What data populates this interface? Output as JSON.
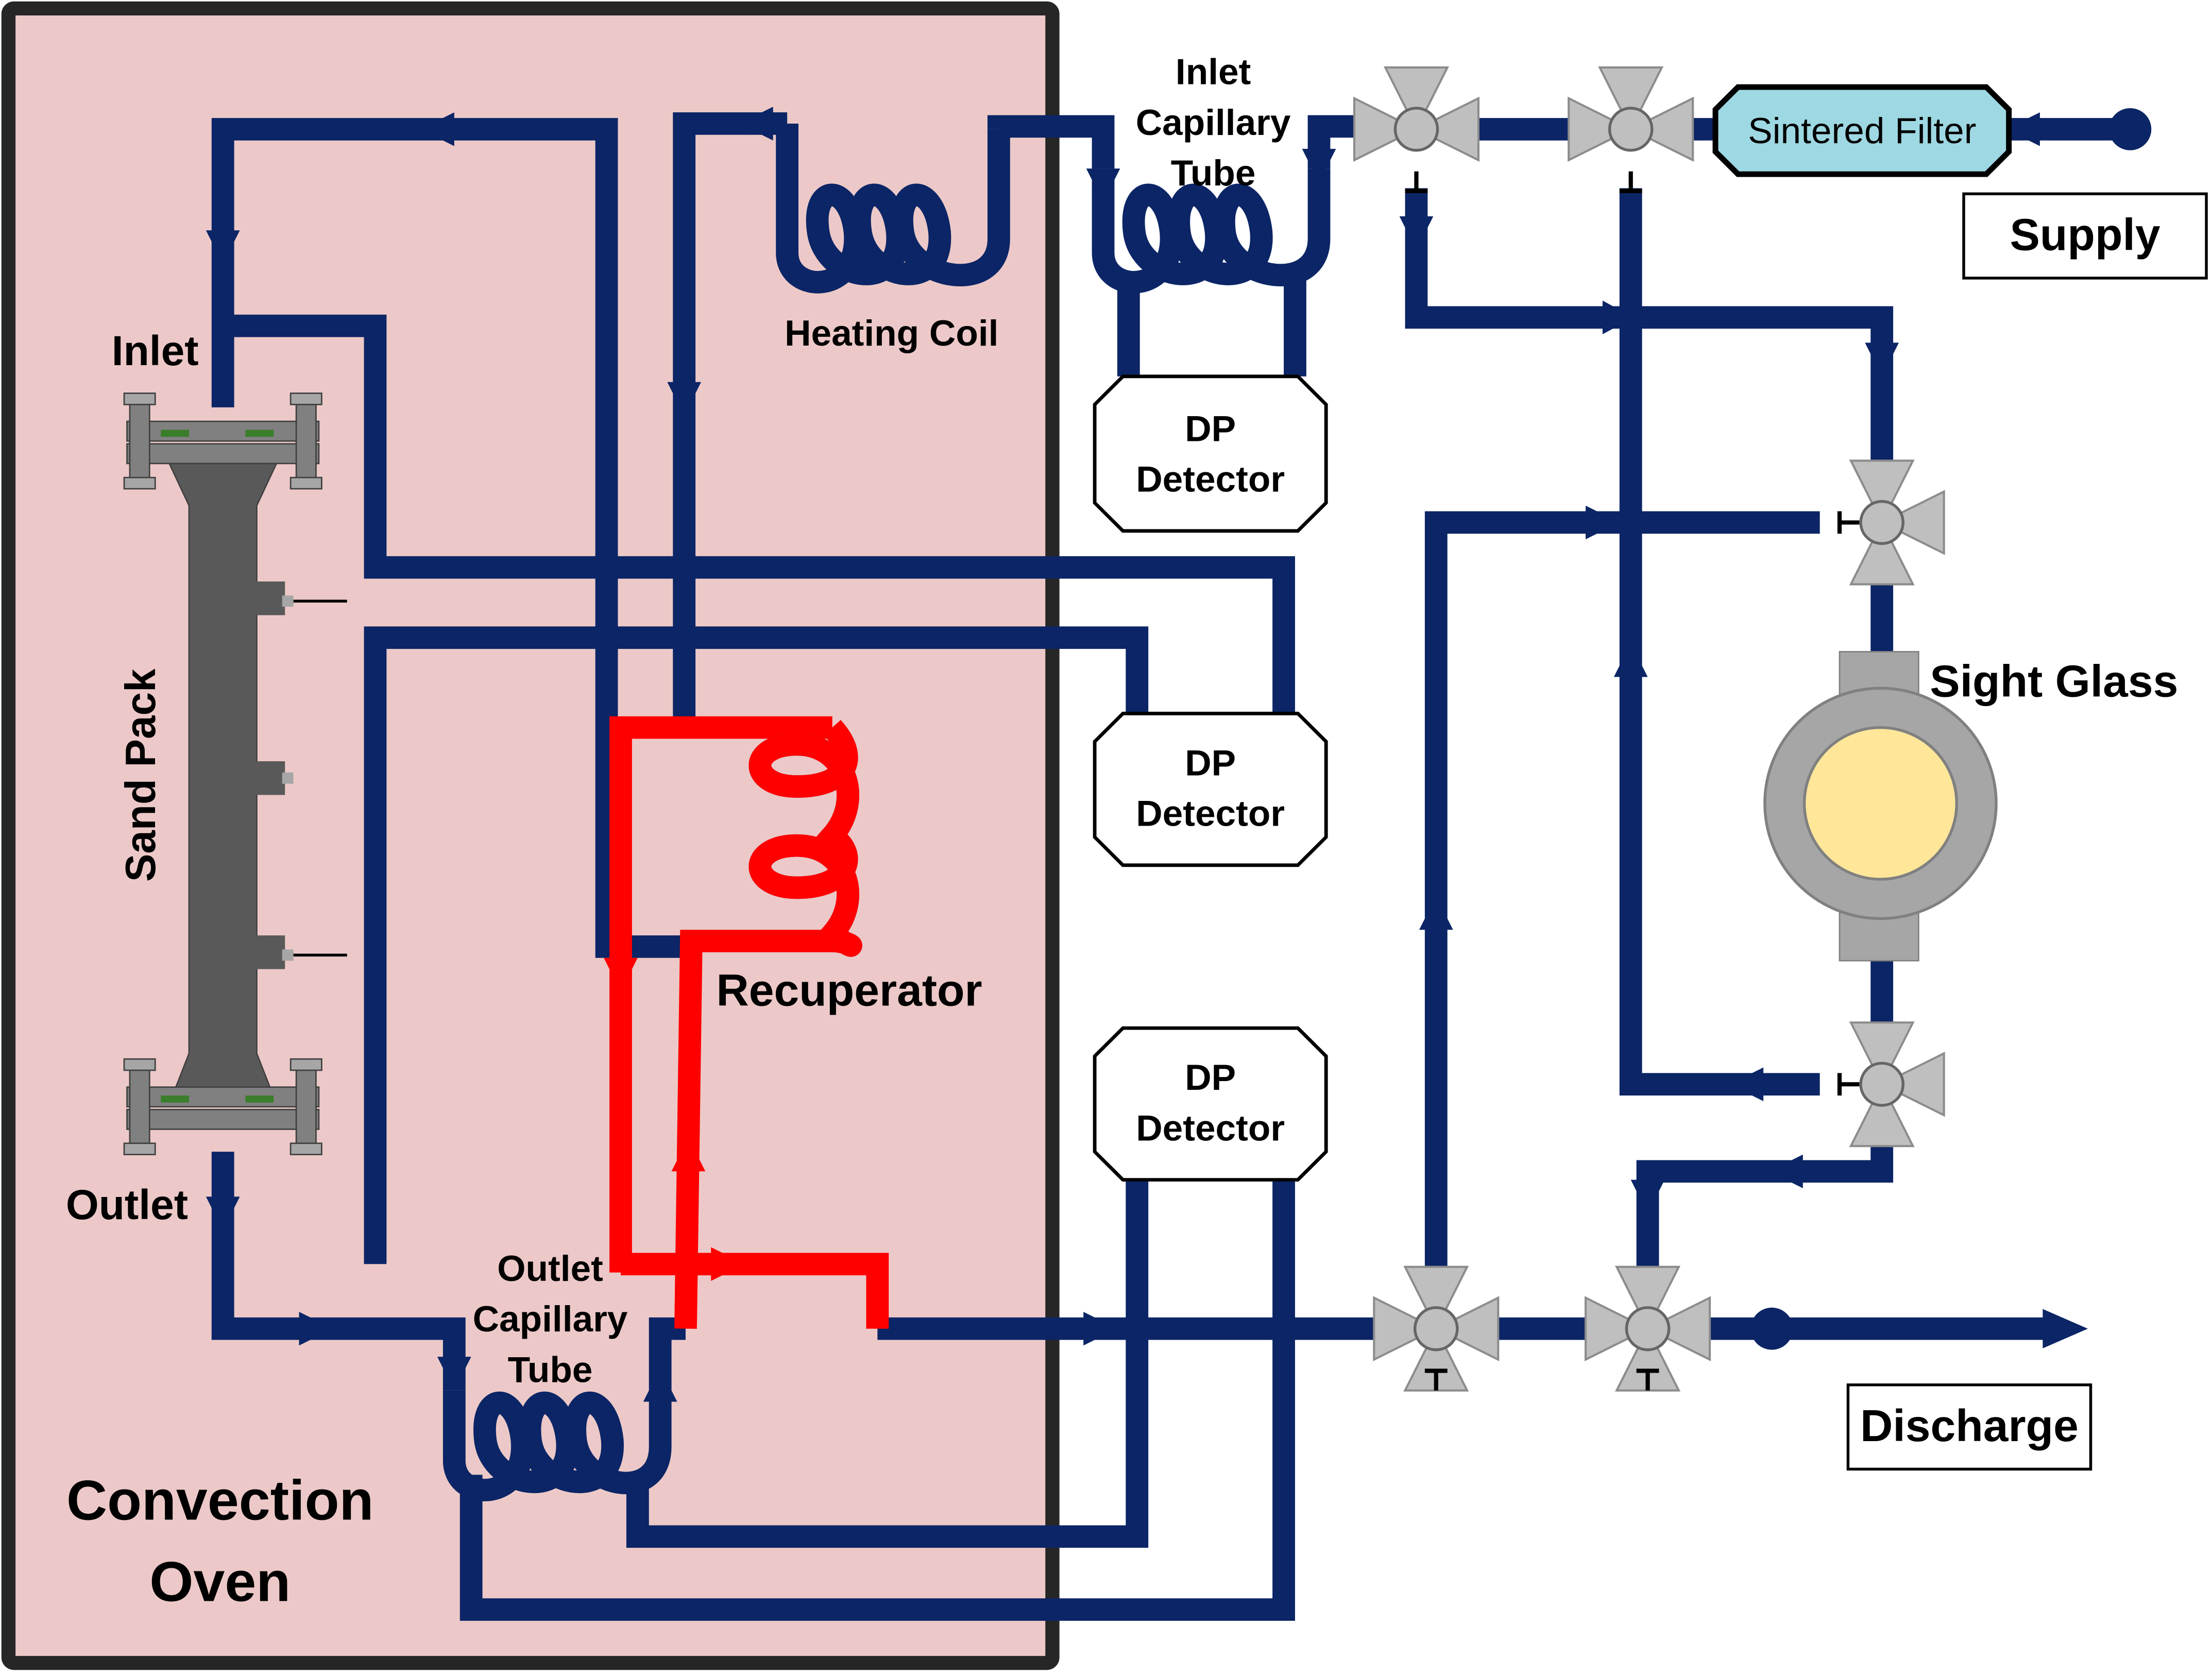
{
  "title": "",
  "labels": {
    "convection_oven_line1": "Convection",
    "convection_oven_line2": "Oven",
    "inlet": "Inlet",
    "outlet": "Outlet",
    "sand_pack": "Sand Pack",
    "heating_coil": "Heating Coil",
    "inlet_capillary_line1": "Inlet",
    "inlet_capillary_line2": "Capillary",
    "inlet_capillary_line3": "Tube",
    "outlet_capillary_line1": "Outlet",
    "outlet_capillary_line2": "Capillary",
    "outlet_capillary_line3": "Tube",
    "recuperator": "Recuperator",
    "sintered_filter": "Sintered Filter",
    "supply": "Supply",
    "sight_glass": "Sight Glass",
    "discharge": "Discharge",
    "dp_detector_line1": "DP",
    "dp_detector_line2": "Detector"
  },
  "colors": {
    "pipe": "#0b2566",
    "hot_pipe": "#ff0000",
    "oven_fill": "#ecc9c8",
    "oven_border": "#262626",
    "valve": "#bfbfbf",
    "sand_pack": "#595959",
    "filter": "#9ed8e2",
    "sight_glass_window": "#ffe699",
    "sight_glass_rim": "#a6a6a6"
  },
  "icons": {
    "valve": "three-way-valve-icon",
    "flange": "flange-icon",
    "arrow": "flow-arrow-icon"
  }
}
